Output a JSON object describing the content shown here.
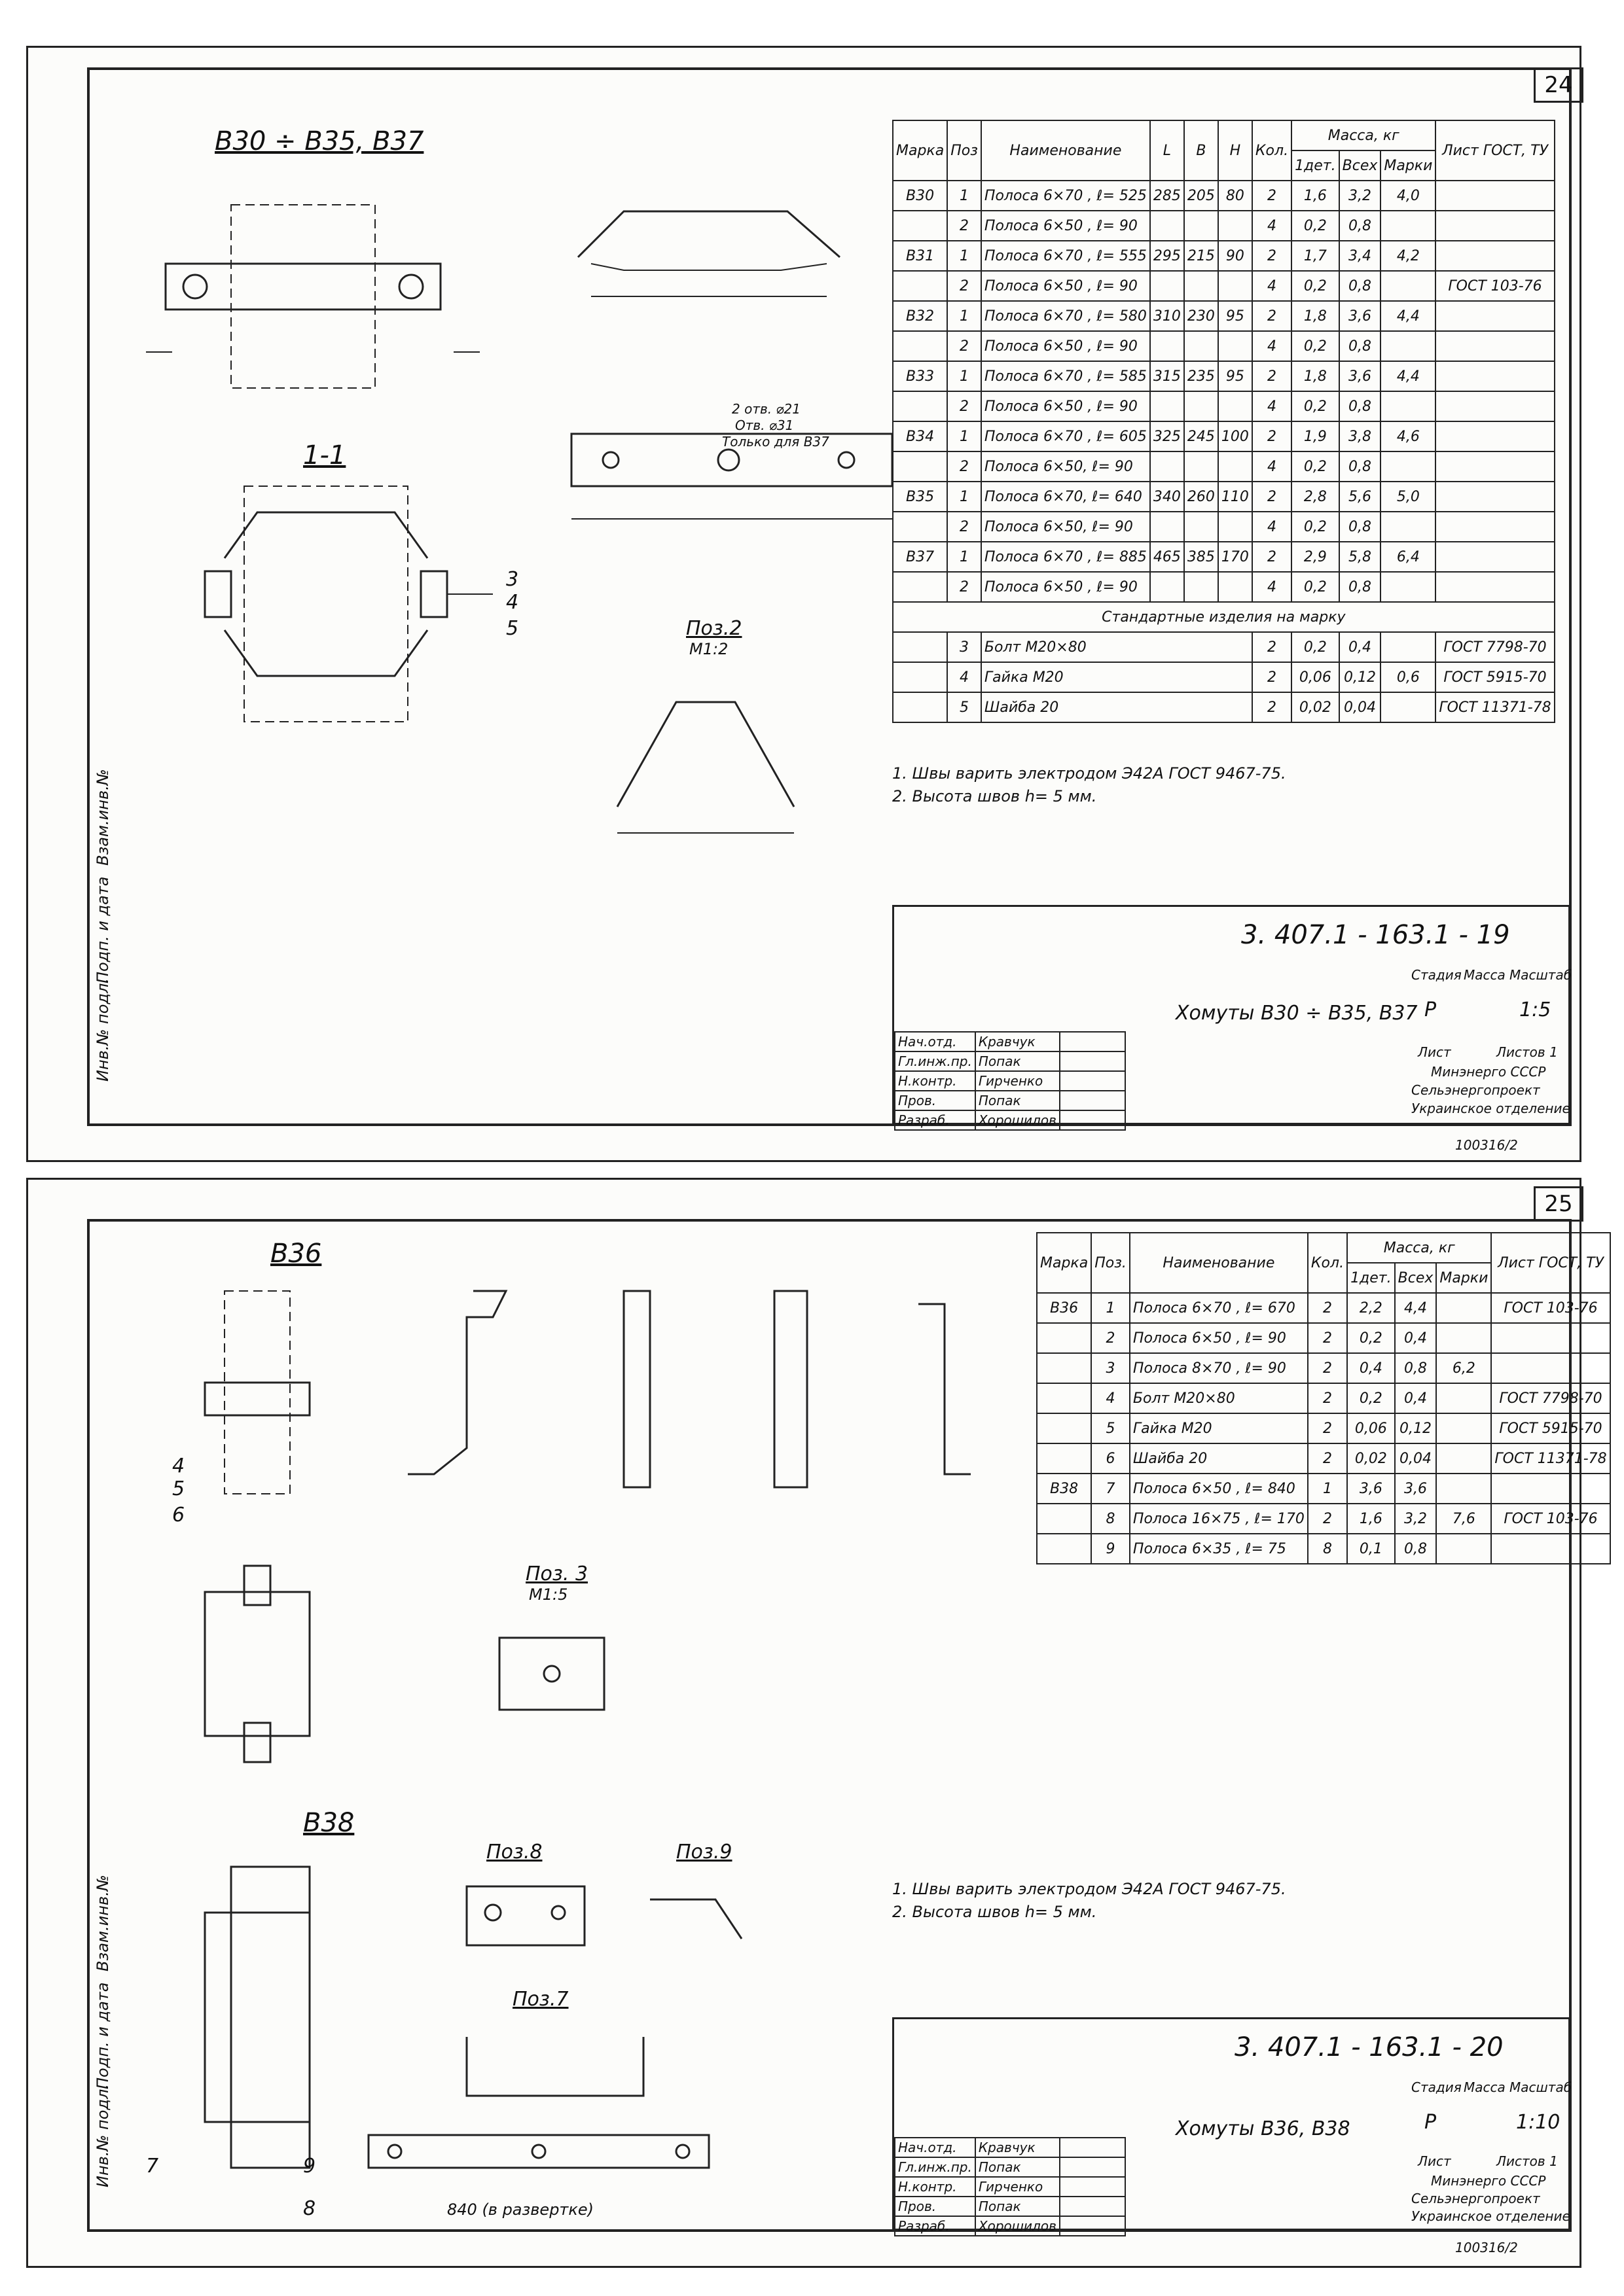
{
  "sheet1": {
    "number": "24",
    "title": "B30 ÷ B35, B37",
    "section_label": "1-1",
    "pos2_label": "Поз.2",
    "pos2_scale": "M1:2",
    "pos_callouts": [
      "3",
      "4",
      "5"
    ],
    "holes_note": [
      "2 отв. ⌀21",
      "Отв. ⌀31",
      "Только для B37"
    ],
    "spec_headers": [
      "Марка",
      "Поз",
      "Наименование",
      "L",
      "B",
      "H",
      "Кол.",
      "1дет.",
      "Всех",
      "Марки",
      "Лист ГОСТ, ТУ"
    ],
    "mass_header": "Масса, кг",
    "rows": [
      {
        "mark": "B30",
        "pos": "1",
        "name": "Полоса 6×70 , ℓ= 525",
        "L": "285",
        "B": "205",
        "H": "80",
        "qty": "2",
        "m1": "1,6",
        "mall": "3,2",
        "mmark": "4,0",
        "gost": ""
      },
      {
        "mark": "",
        "pos": "2",
        "name": "Полоса 6×50 , ℓ= 90",
        "L": "",
        "B": "",
        "H": "",
        "qty": "4",
        "m1": "0,2",
        "mall": "0,8",
        "mmark": "",
        "gost": ""
      },
      {
        "mark": "B31",
        "pos": "1",
        "name": "Полоса 6×70 , ℓ= 555",
        "L": "295",
        "B": "215",
        "H": "90",
        "qty": "2",
        "m1": "1,7",
        "mall": "3,4",
        "mmark": "4,2",
        "gost": ""
      },
      {
        "mark": "",
        "pos": "2",
        "name": "Полоса 6×50 , ℓ= 90",
        "L": "",
        "B": "",
        "H": "",
        "qty": "4",
        "m1": "0,2",
        "mall": "0,8",
        "mmark": "",
        "gost": "ГОСТ 103-76"
      },
      {
        "mark": "B32",
        "pos": "1",
        "name": "Полоса 6×70 , ℓ= 580",
        "L": "310",
        "B": "230",
        "H": "95",
        "qty": "2",
        "m1": "1,8",
        "mall": "3,6",
        "mmark": "4,4",
        "gost": ""
      },
      {
        "mark": "",
        "pos": "2",
        "name": "Полоса 6×50 , ℓ= 90",
        "L": "",
        "B": "",
        "H": "",
        "qty": "4",
        "m1": "0,2",
        "mall": "0,8",
        "mmark": "",
        "gost": ""
      },
      {
        "mark": "B33",
        "pos": "1",
        "name": "Полоса 6×70 , ℓ= 585",
        "L": "315",
        "B": "235",
        "H": "95",
        "qty": "2",
        "m1": "1,8",
        "mall": "3,6",
        "mmark": "4,4",
        "gost": ""
      },
      {
        "mark": "",
        "pos": "2",
        "name": "Полоса 6×50 , ℓ= 90",
        "L": "",
        "B": "",
        "H": "",
        "qty": "4",
        "m1": "0,2",
        "mall": "0,8",
        "mmark": "",
        "gost": ""
      },
      {
        "mark": "B34",
        "pos": "1",
        "name": "Полоса 6×70 , ℓ= 605",
        "L": "325",
        "B": "245",
        "H": "100",
        "qty": "2",
        "m1": "1,9",
        "mall": "3,8",
        "mmark": "4,6",
        "gost": ""
      },
      {
        "mark": "",
        "pos": "2",
        "name": "Полоса 6×50, ℓ= 90",
        "L": "",
        "B": "",
        "H": "",
        "qty": "4",
        "m1": "0,2",
        "mall": "0,8",
        "mmark": "",
        "gost": ""
      },
      {
        "mark": "B35",
        "pos": "1",
        "name": "Полоса 6×70, ℓ= 640",
        "L": "340",
        "B": "260",
        "H": "110",
        "qty": "2",
        "m1": "2,8",
        "mall": "5,6",
        "mmark": "5,0",
        "gost": ""
      },
      {
        "mark": "",
        "pos": "2",
        "name": "Полоса 6×50, ℓ= 90",
        "L": "",
        "B": "",
        "H": "",
        "qty": "4",
        "m1": "0,2",
        "mall": "0,8",
        "mmark": "",
        "gost": ""
      },
      {
        "mark": "B37",
        "pos": "1",
        "name": "Полоса 6×70 , ℓ= 885",
        "L": "465",
        "B": "385",
        "H": "170",
        "qty": "2",
        "m1": "2,9",
        "mall": "5,8",
        "mmark": "6,4",
        "gost": ""
      },
      {
        "mark": "",
        "pos": "2",
        "name": "Полоса 6×50 , ℓ= 90",
        "L": "",
        "B": "",
        "H": "",
        "qty": "4",
        "m1": "0,2",
        "mall": "0,8",
        "mmark": "",
        "gost": ""
      }
    ],
    "std_header": "Стандартные изделия на марку",
    "std_rows": [
      {
        "pos": "3",
        "name": "Болт М20×80",
        "qty": "2",
        "m1": "0,2",
        "mall": "0,4",
        "mmark": "",
        "gost": "ГОСТ 7798-70"
      },
      {
        "pos": "4",
        "name": "Гайка М20",
        "qty": "2",
        "m1": "0,06",
        "mall": "0,12",
        "mmark": "0,6",
        "gost": "ГОСТ 5915-70"
      },
      {
        "pos": "5",
        "name": "Шайба 20",
        "qty": "2",
        "m1": "0,02",
        "mall": "0,04",
        "mmark": "",
        "gost": "ГОСТ 11371-78"
      }
    ],
    "notes": [
      "1. Швы варить электродом Э42А ГОСТ 9467-75.",
      "2. Высота швов h= 5 мм."
    ],
    "doc_code": "3. 407.1 - 163.1 - 19",
    "doc_title": "Хомуты B30 ÷ B35, B37",
    "stage_label": "Стадия",
    "mass_label": "Масса",
    "scale_label": "Масштаб",
    "stage": "Р",
    "scale": "1:5",
    "sheet_label": "Лист",
    "sheets_label": "Листов 1",
    "org": [
      "Минэнерго СССР",
      "Сельэнергопроект",
      "Украинское отделение"
    ],
    "signers": [
      {
        "role": "Нач.отд.",
        "name": "Кравчук"
      },
      {
        "role": "Гл.инж.пр.",
        "name": "Попак"
      },
      {
        "role": "Н.контр.",
        "name": "Гирченко"
      },
      {
        "role": "Пров.",
        "name": "Попак"
      },
      {
        "role": "Разраб.",
        "name": "Хорошилов"
      }
    ],
    "side_labels": [
      "Инв.№ подл.",
      "Подп. и дата",
      "Взам.инв.№"
    ],
    "footer_code": "100316/2"
  },
  "sheet2": {
    "number": "25",
    "title_b36": "B36",
    "title_b38": "B38",
    "pos3_label": "Поз. 3",
    "pos3_scale": "M1:5",
    "pos8_label": "Поз.8",
    "pos9_label": "Поз.9",
    "pos7_label": "Поз.7",
    "unfold_label": "840 (в развертке)",
    "spec_headers": [
      "Марка",
      "Поз.",
      "Наименование",
      "Кол.",
      "1дет.",
      "Всех",
      "Марки",
      "Лист ГОСТ, ТУ"
    ],
    "mass_header": "Масса, кг",
    "rows": [
      {
        "mark": "B36",
        "pos": "1",
        "name": "Полоса 6×70 , ℓ= 670",
        "qty": "2",
        "m1": "2,2",
        "mall": "4,4",
        "mmark": "",
        "gost": "ГОСТ 103-76"
      },
      {
        "mark": "",
        "pos": "2",
        "name": "Полоса 6×50 , ℓ= 90",
        "qty": "2",
        "m1": "0,2",
        "mall": "0,4",
        "mmark": "",
        "gost": ""
      },
      {
        "mark": "",
        "pos": "3",
        "name": "Полоса 8×70 , ℓ= 90",
        "qty": "2",
        "m1": "0,4",
        "mall": "0,8",
        "mmark": "6,2",
        "gost": ""
      },
      {
        "mark": "",
        "pos": "4",
        "name": "Болт М20×80",
        "qty": "2",
        "m1": "0,2",
        "mall": "0,4",
        "mmark": "",
        "gost": "ГОСТ 7798-70"
      },
      {
        "mark": "",
        "pos": "5",
        "name": "Гайка М20",
        "qty": "2",
        "m1": "0,06",
        "mall": "0,12",
        "mmark": "",
        "gost": "ГОСТ 5915-70"
      },
      {
        "mark": "",
        "pos": "6",
        "name": "Шайба 20",
        "qty": "2",
        "m1": "0,02",
        "mall": "0,04",
        "mmark": "",
        "gost": "ГОСТ 11371-78"
      },
      {
        "mark": "B38",
        "pos": "7",
        "name": "Полоса 6×50 , ℓ= 840",
        "qty": "1",
        "m1": "3,6",
        "mall": "3,6",
        "mmark": "",
        "gost": ""
      },
      {
        "mark": "",
        "pos": "8",
        "name": "Полоса 16×75 , ℓ= 170",
        "qty": "2",
        "m1": "1,6",
        "mall": "3,2",
        "mmark": "7,6",
        "gost": "ГОСТ 103-76"
      },
      {
        "mark": "",
        "pos": "9",
        "name": "Полоса 6×35 , ℓ= 75",
        "qty": "8",
        "m1": "0,1",
        "mall": "0,8",
        "mmark": "",
        "gost": ""
      }
    ],
    "notes": [
      "1. Швы варить электродом Э42А ГОСТ 9467-75.",
      "2. Высота швов h= 5 мм."
    ],
    "doc_code": "3. 407.1 - 163.1 - 20",
    "doc_title": "Хомуты B36, B38",
    "stage_label": "Стадия",
    "mass_label": "Масса",
    "scale_label": "Масштаб",
    "stage": "Р",
    "scale": "1:10",
    "sheet_label": "Лист",
    "sheets_label": "Листов 1",
    "org": [
      "Минэнерго СССР",
      "Сельэнергопроект",
      "Украинское отделение"
    ],
    "signers": [
      {
        "role": "Нач.отд.",
        "name": "Кравчук"
      },
      {
        "role": "Гл.инж.пр.",
        "name": "Попак"
      },
      {
        "role": "Н.контр.",
        "name": "Гирченко"
      },
      {
        "role": "Пров.",
        "name": "Попак"
      },
      {
        "role": "Разраб.",
        "name": "Хорошилов"
      }
    ],
    "side_labels": [
      "Инв.№ подл.",
      "Подп. и дата",
      "Взам.инв.№"
    ],
    "footer_code": "100316/2",
    "pos_callouts": [
      "4",
      "5",
      "6",
      "7",
      "8",
      "9"
    ]
  }
}
